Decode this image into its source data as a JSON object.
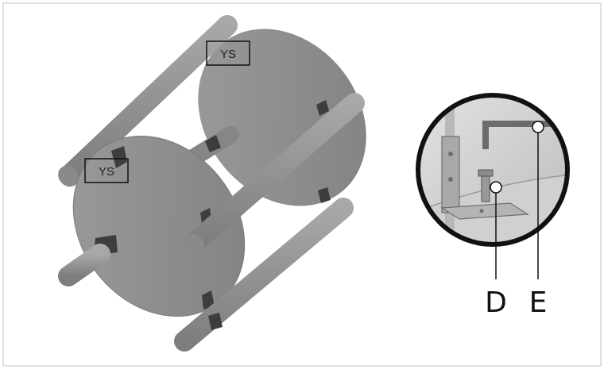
{
  "diagram": {
    "assembly_labels": [
      "YS",
      "YS"
    ],
    "callouts": [
      "D",
      "E"
    ],
    "colors": {
      "frame_border": "#d6d6d6",
      "disc": "#8f8f8f",
      "disc_shade": "#7a7a7a",
      "dowel": "#9a9a9a",
      "dowel_dark": "#7c7c7c",
      "bracket": "#3d3d3d",
      "detail_bg": "#c9c9c9",
      "outline": "#111111"
    }
  }
}
